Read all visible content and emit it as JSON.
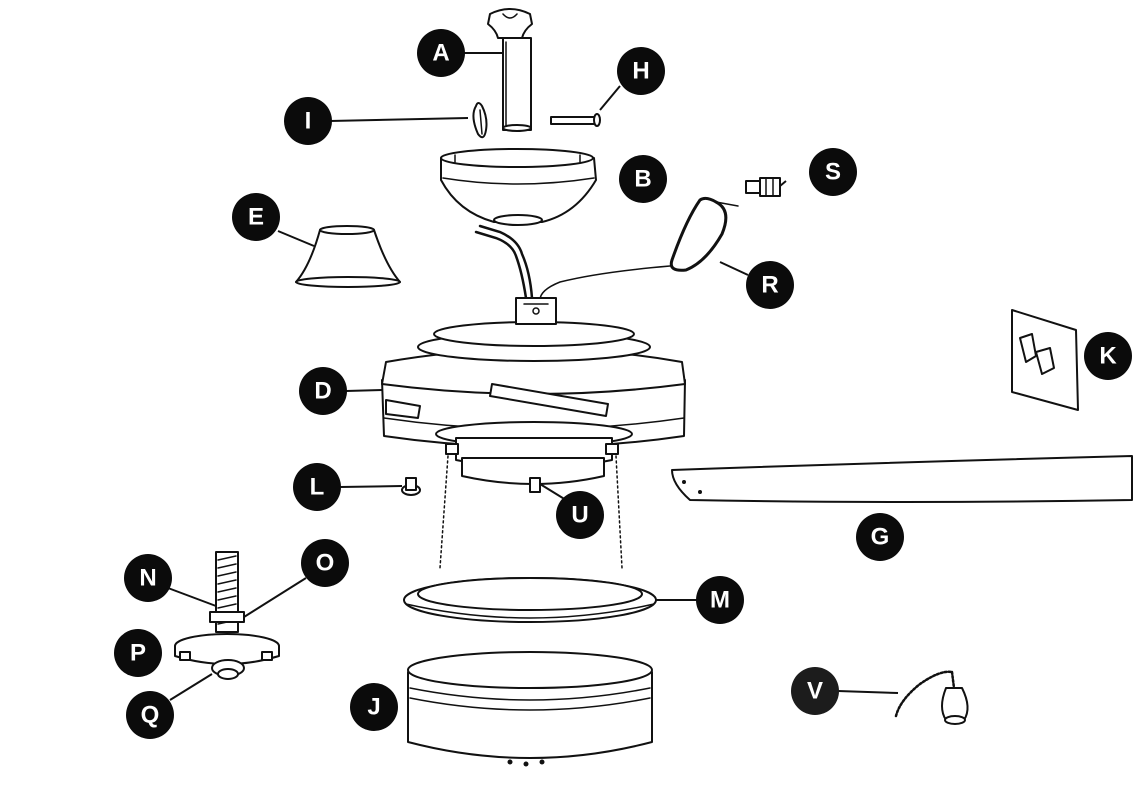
{
  "parts": [
    {
      "id": "A",
      "label": "A"
    },
    {
      "id": "B",
      "label": "B"
    },
    {
      "id": "D",
      "label": "D"
    },
    {
      "id": "E",
      "label": "E"
    },
    {
      "id": "G",
      "label": "G"
    },
    {
      "id": "H",
      "label": "H"
    },
    {
      "id": "I",
      "label": "I"
    },
    {
      "id": "J",
      "label": "J"
    },
    {
      "id": "K",
      "label": "K"
    },
    {
      "id": "L",
      "label": "L"
    },
    {
      "id": "M",
      "label": "M"
    },
    {
      "id": "N",
      "label": "N"
    },
    {
      "id": "O",
      "label": "O"
    },
    {
      "id": "P",
      "label": "P"
    },
    {
      "id": "Q",
      "label": "Q"
    },
    {
      "id": "R",
      "label": "R"
    },
    {
      "id": "S",
      "label": "S"
    },
    {
      "id": "U",
      "label": "U"
    },
    {
      "id": "V",
      "label": "V"
    }
  ],
  "colors": {
    "line": "#111111",
    "badge": "#0b0b0b",
    "badge_label": "#ffffff",
    "background": "#ffffff"
  }
}
